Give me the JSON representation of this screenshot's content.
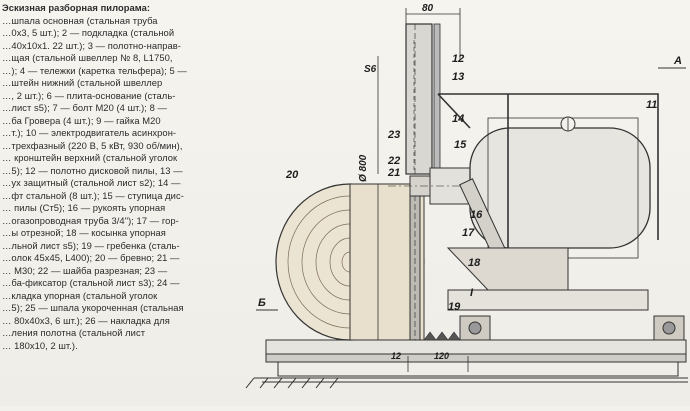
{
  "legend": {
    "title": "Эскизная разборная пилорама:",
    "lines": [
      "…шпала основная (стальная труба",
      "…0х3, 5 шт.); 2 — подкладка (стальной",
      "…40х10х1. 22 шт.); 3 — полотно-направ-",
      "…щая (стальной швеллер № 8, L1750,",
      "…); 4 — тележки (каретка тельфера); 5 —",
      "…штейн нижний (стальной швеллер",
      "…, 2 шт.); 6 — плита-основание (сталь-",
      "…лист s5); 7 — болт М20 (4 шт.); 8 —",
      "…ба Гровера (4 шт.); 9 — гайка М20",
      "…т.); 10 — электродвигатель асинхрон-",
      "…трехфазный (220 В, 5 кВт, 930 об/мин),",
      "… кронштейн верхний (стальной уголок",
      "…5); 12 — полотно дисковой пилы, 13 —",
      "…ух защитный (стальной лист s2); 14 —",
      "…фт стальной (8 шт.); 15 — ступица дис-",
      "… пилы (Ст5); 16 — рукоять упорная",
      "…огазопроводная труба 3/4\"); 17 — гор-",
      "…ы отрезной; 18 — косынка упорная",
      "…льной лист s5); 19 — гребенка (сталь-",
      "…олок 45х45, L400); 20 — бревно; 21 —",
      "… М30; 22 — шайба разрезная; 23 —",
      "…ба-фиксатор (стальной лист s3); 24 —",
      "…кладка упорная (стальной уголок",
      "…5); 25 — шпала укороченная (стальная",
      "… 80х40х3, 6 шт.); 26 — накладка для",
      "…ления полотна (стальной лист",
      "… 180х10, 2 шт.)."
    ]
  },
  "drawing": {
    "dimensions": {
      "top_width": "80",
      "thickness": "S6",
      "diameter": "Ø 800",
      "bottom_left": "12",
      "bottom_right": "120"
    },
    "view_labels": {
      "view_a": "A",
      "view_b": "Б",
      "section": "I"
    },
    "callouts": [
      "12",
      "13",
      "14",
      "15",
      "16",
      "17",
      "18",
      "19",
      "20",
      "21",
      "22",
      "23",
      "11"
    ]
  }
}
